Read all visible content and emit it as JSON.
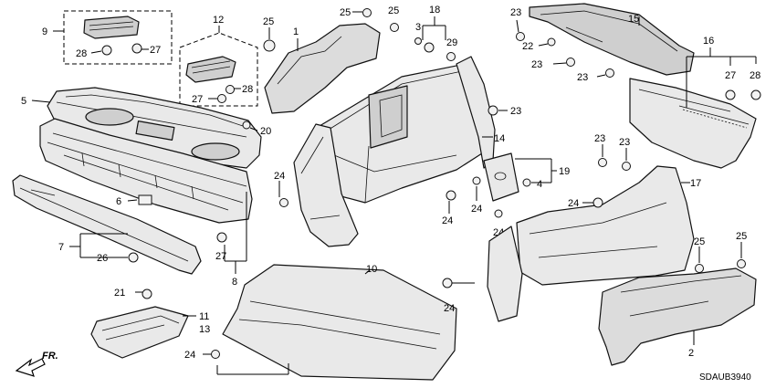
{
  "callouts": {
    "c1": "1",
    "c2": "2",
    "c3": "3",
    "c4": "4",
    "c5": "5",
    "c6": "6",
    "c7": "7",
    "c8": "8",
    "c9": "9",
    "c10": "10",
    "c11": "11",
    "c12": "12",
    "c13": "13",
    "c14": "14",
    "c15": "15",
    "c16": "16",
    "c17": "17",
    "c18": "18",
    "c19": "19",
    "c20": "20",
    "c21": "21",
    "c22": "22",
    "c23": "23",
    "c24": "24",
    "c25": "25",
    "c26": "26",
    "c27": "27",
    "c28": "28",
    "c29": "29"
  },
  "direction_label": "FR.",
  "diagram_code": "SDAUB3940"
}
